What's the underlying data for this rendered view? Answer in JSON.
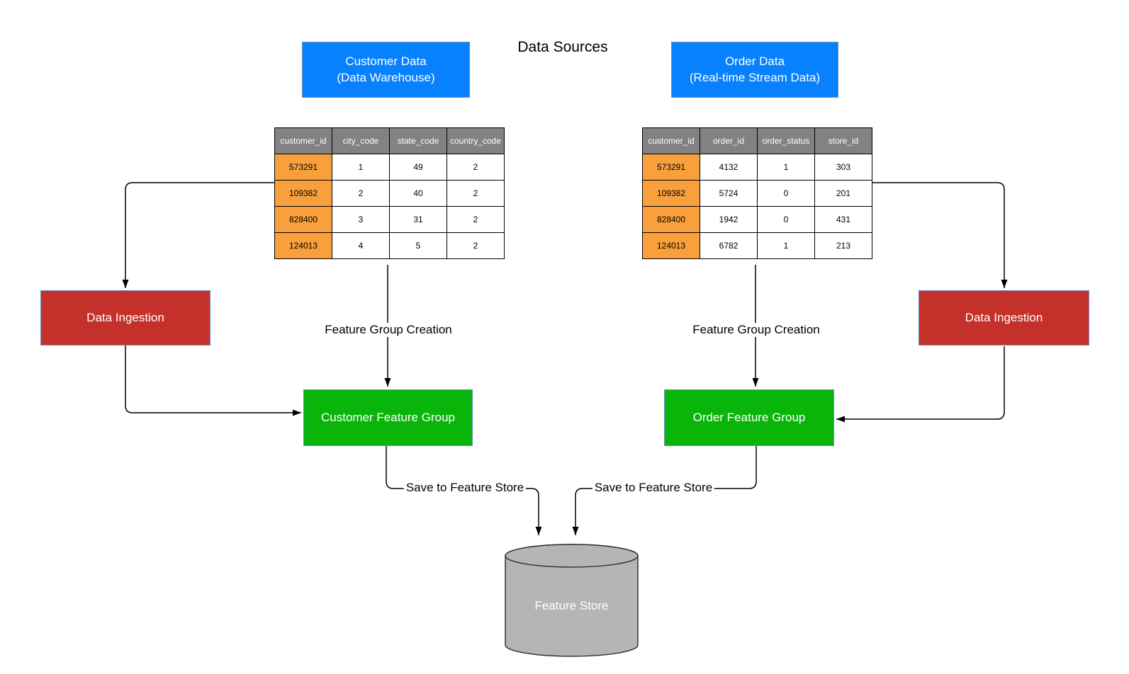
{
  "title": "Data Sources",
  "colors": {
    "blue": "#0881ff",
    "red": "#c4312b",
    "green": "#09b509",
    "orange": "#f9a03c",
    "header_gray": "#828282",
    "cylinder_gray": "#b5b5b5",
    "box_border": "#6c8ebf"
  },
  "sources": {
    "customer": {
      "line1": "Customer Data",
      "line2": "(Data Warehouse)"
    },
    "order": {
      "line1": "Order Data",
      "line2": "(Real-time Stream Data)"
    }
  },
  "tables": {
    "customer": {
      "headers": [
        "customer_id",
        "city_code",
        "state_code",
        "country_code"
      ],
      "rows": [
        [
          "573291",
          "1",
          "49",
          "2"
        ],
        [
          "109382",
          "2",
          "40",
          "2"
        ],
        [
          "828400",
          "3",
          "31",
          "2"
        ],
        [
          "124013",
          "4",
          "5",
          "2"
        ]
      ]
    },
    "order": {
      "headers": [
        "customer_id",
        "order_id",
        "order_status",
        "store_id"
      ],
      "rows": [
        [
          "573291",
          "4132",
          "1",
          "303"
        ],
        [
          "109382",
          "5724",
          "0",
          "201"
        ],
        [
          "828400",
          "1942",
          "0",
          "431"
        ],
        [
          "124013",
          "6782",
          "1",
          "213"
        ]
      ]
    }
  },
  "nodes": {
    "data_ingestion_left": "Data Ingestion",
    "data_ingestion_right": "Data Ingestion",
    "customer_feature_group": "Customer Feature Group",
    "order_feature_group": "Order Feature Group",
    "feature_store": "Feature Store"
  },
  "edge_labels": {
    "feature_group_creation_left": "Feature Group Creation",
    "feature_group_creation_right": "Feature Group Creation",
    "save_to_feature_store_left": "Save to Feature Store",
    "save_to_feature_store_right": "Save to Feature Store"
  }
}
